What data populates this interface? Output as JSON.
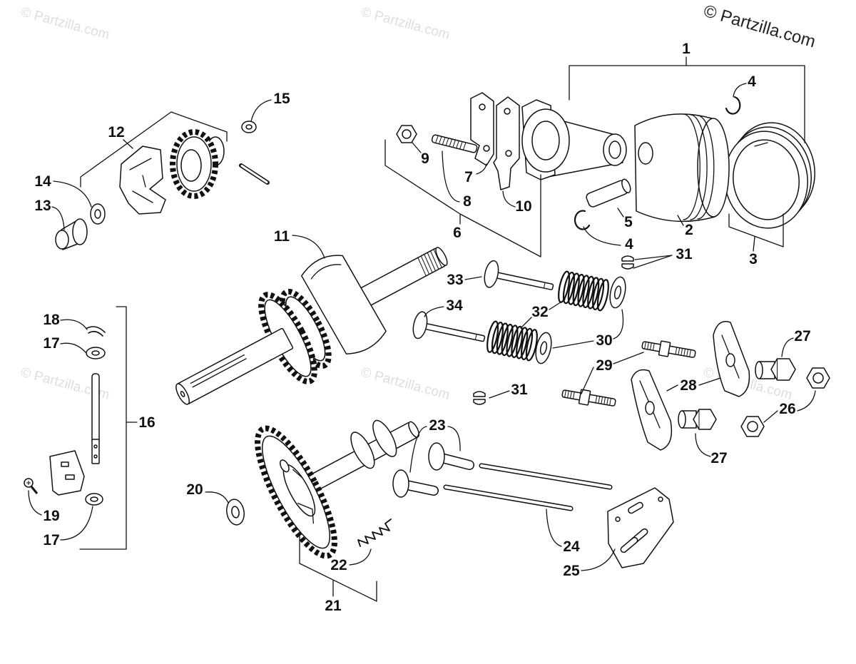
{
  "watermark": {
    "main": "© Partzilla.com",
    "faint": "© Partzilla.com"
  },
  "callouts": [
    "1",
    "4",
    "15",
    "12",
    "9",
    "7",
    "8",
    "10",
    "14",
    "13",
    "5",
    "2",
    "4",
    "31",
    "6",
    "3",
    "11",
    "33",
    "34",
    "32",
    "30",
    "29",
    "27",
    "28",
    "18",
    "17",
    "16",
    "31",
    "23",
    "26",
    "27",
    "20",
    "19",
    "17",
    "24",
    "25",
    "22",
    "21"
  ]
}
